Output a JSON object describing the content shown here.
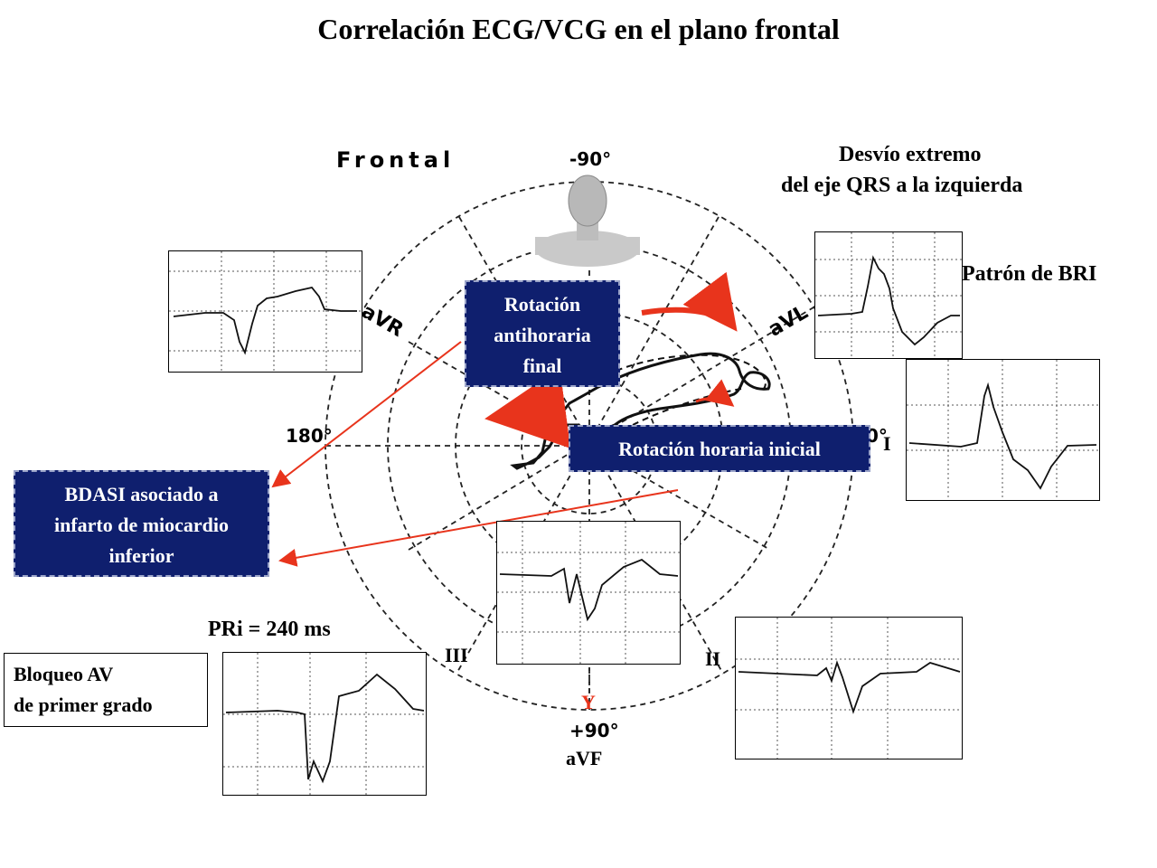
{
  "title": "Correlación ECG/VCG en el plano frontal",
  "plane_label": "Frontal",
  "angles": {
    "top": "-90°",
    "left": "180°",
    "right": "0°",
    "bottom": "+90°"
  },
  "leads": {
    "aVR": "aVR",
    "aVL": "aVL",
    "I": "I",
    "II": "II",
    "III": "III",
    "aVF": "aVF",
    "Y": "Y"
  },
  "header_right": {
    "line1": "Desvío extremo",
    "line2": "del eje QRS a la izquierda"
  },
  "pattern_label": "Patrón de BRI",
  "boxes": {
    "rotation_ccw": [
      "Rotación",
      "antihoraria",
      "final"
    ],
    "rotation_cw": "Rotación horaria inicial",
    "bdasi": [
      "BDASI asociado a",
      "infarto de miocardio",
      "inferior"
    ],
    "av_block": [
      "Bloqueo AV",
      "de primer grado"
    ]
  },
  "pr_interval": "PRi = 240 ms",
  "colors": {
    "navy": "#0f1f6e",
    "arrow_red": "#e8341c",
    "y_red": "#e8341c",
    "grid": "#555555"
  }
}
